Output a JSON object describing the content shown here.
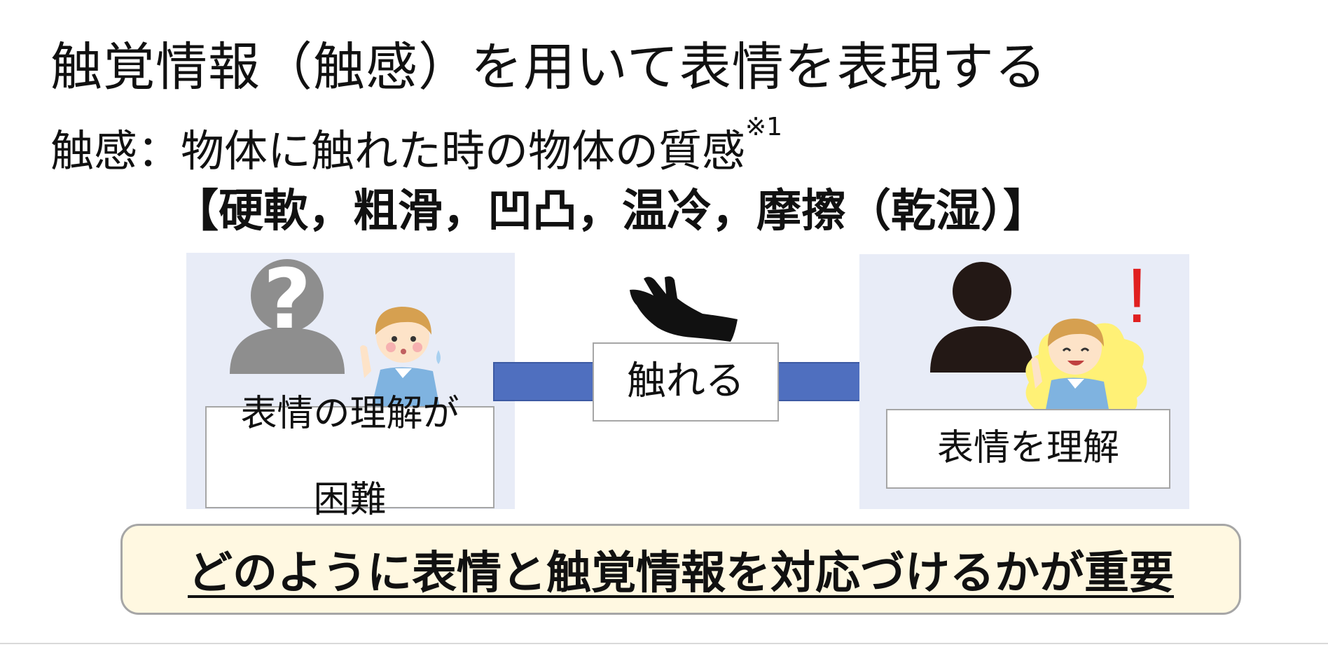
{
  "slide": {
    "title": "触覚情報（触感）を用いて表情を表現する",
    "definition_text": "触感：物体に触れた時の物体の質感",
    "footnote_mark": "※1",
    "attributes": "【硬軟，粗滑，凹凸，温冷，摩擦（乾湿）】"
  },
  "diagram": {
    "left_label_line1": "表情の理解が",
    "left_label_line2": "困難",
    "touch_label": "触れる",
    "right_label": "表情を理解",
    "exclamation": "!",
    "icons": [
      "unknown-person-icon",
      "thinking-boy-icon",
      "hand-icon",
      "arrow-right-icon",
      "person-silhouette-icon",
      "happy-boy-icon"
    ]
  },
  "conclusion": {
    "text": "どのように表情と触覚情報を対応づけるかが重要"
  },
  "colors": {
    "panel": "#e8ecf7",
    "arrow": "#4f6fbf",
    "conclusion_bg": "#fff8e1",
    "exclamation": "#e02020",
    "highlight": "#fff176"
  }
}
